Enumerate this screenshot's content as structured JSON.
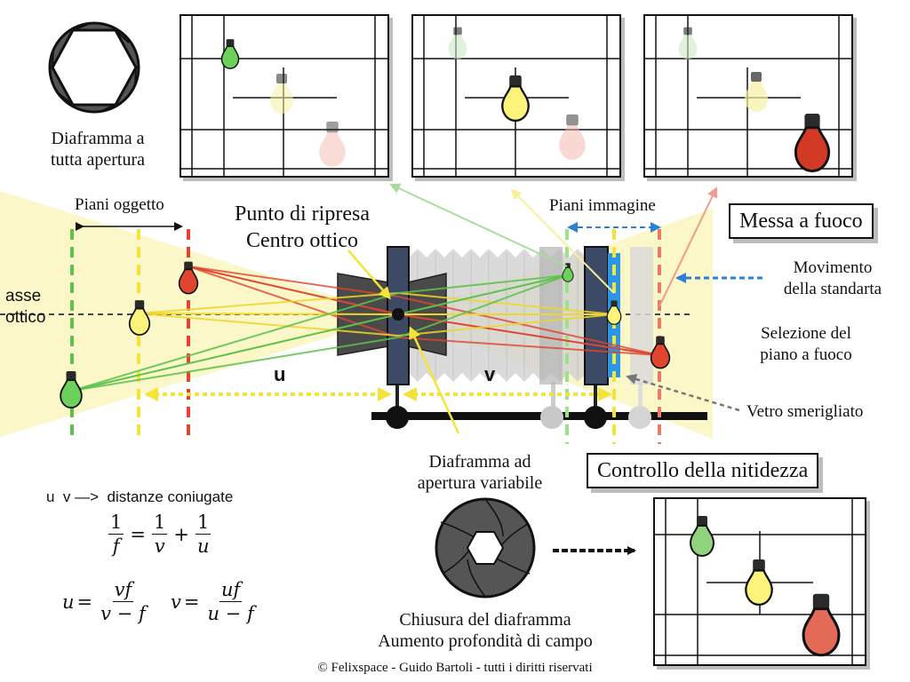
{
  "labels": {
    "aperture_full": [
      "Diaframma a",
      "tutta apertura"
    ],
    "object_planes": "Piani oggetto",
    "shooting_point": [
      "Punto di ripresa",
      "Centro ottico"
    ],
    "image_planes": "Piani immagine",
    "focus": "Messa a fuoco",
    "standard_movement": [
      "Movimento",
      "della standarta"
    ],
    "focus_plane_selection": [
      "Selezione del",
      "piano a fuoco"
    ],
    "ground_glass": "Vetro smerigliato",
    "optical_axis": [
      "asse",
      "ottico"
    ],
    "u": "u",
    "v": "v",
    "variable_aperture": [
      "Diaframma ad",
      "apertura variabile"
    ],
    "sharpness_control": "Controllo della nitidezza",
    "conjugate": "u  v —>  distanze coniugate",
    "aperture_closing": [
      "Chiusura del diaframma",
      "Aumento profondità di campo"
    ],
    "copyright": "© Felixspace - Guido Bartoli - tutti i diritti riservati"
  },
  "formulas": {
    "lens_eq": {
      "lhs_num": "1",
      "lhs_den": "f",
      "eq": "=",
      "a_num": "1",
      "a_den": "v",
      "plus": "+",
      "b_num": "1",
      "b_den": "u"
    },
    "u_eq": {
      "var": "u",
      "eq": "=",
      "num": "vf",
      "den": "v − f"
    },
    "v_eq": {
      "var": "v",
      "eq": "=",
      "num": "uf",
      "den": "u − f"
    }
  },
  "colors": {
    "green": "#5cc24a",
    "yellow": "#f4e43a",
    "red": "#e0452f",
    "dark_red": "#d23a25",
    "blue": "#2b7fd6",
    "light_yellow": "#fbf7c9",
    "lens_blue": "#3d4a66",
    "lens_gray": "#4a4a4a",
    "bellows": "#c8c8c8"
  },
  "icons": {
    "aperture_open": "hexagon-aperture-icon",
    "aperture_closed": "iris-aperture-icon",
    "bulb": "light-bulb-icon"
  }
}
